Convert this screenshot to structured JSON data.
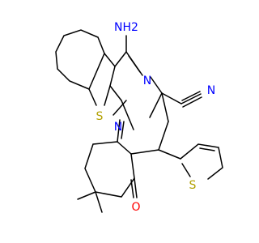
{
  "molecule": {
    "atoms": {
      "nh2": {
        "text": "NH2",
        "color": "#0000ff"
      },
      "n_pyrimidine": {
        "text": "N",
        "color": "#0000ff"
      },
      "n_fused": {
        "text": "N",
        "color": "#0000ff"
      },
      "n_nitrile": {
        "text": "N",
        "color": "#0000ff"
      },
      "s_thieno": {
        "text": "S",
        "color": "#b2a000"
      },
      "s_thienyl": {
        "text": "S",
        "color": "#b2a000"
      },
      "o_ketone": {
        "text": "O",
        "color": "#ff0000"
      }
    },
    "bond_color": "#000000"
  }
}
